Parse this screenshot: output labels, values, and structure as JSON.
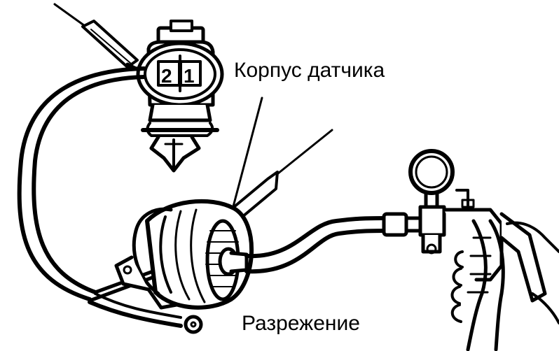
{
  "labels": {
    "sensor_housing": "Корпус датчика",
    "vacuum": "Разрежение"
  },
  "connector": {
    "pin_left": "2",
    "pin_right": "1"
  },
  "colors": {
    "ink": "#000000",
    "paper": "#ffffff"
  }
}
